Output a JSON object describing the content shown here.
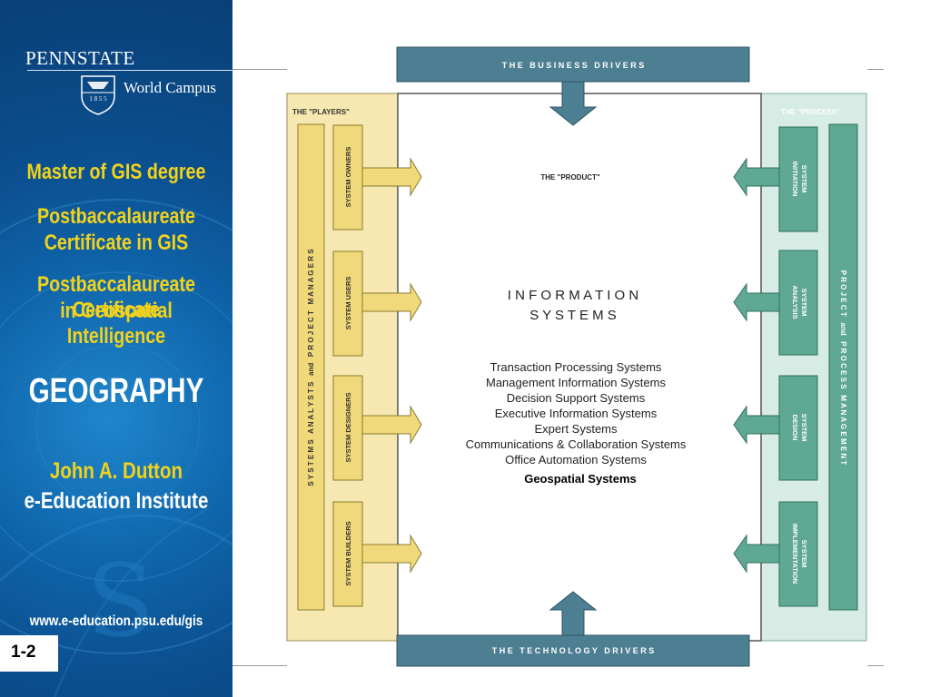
{
  "sidebar": {
    "brand": "PENNSTATE",
    "shield_year": "1 8 5 5",
    "campus": "World Campus",
    "program1": "Master of GIS degree",
    "program2_line1": "Postbaccalaureate",
    "program2_line2": "Certificate in GIS",
    "program3_line1": "Postbaccalaureate Certificate",
    "program3_line2": "in Geospatial Intelligence",
    "department": "GEOGRAPHY",
    "institute_name": "John A. Dutton",
    "institute_line2": "e-Education Institute",
    "url": "www.e-education.psu.edu/gis",
    "page_number": "1-2"
  },
  "diagram": {
    "business_drivers": "T H E   B U S I N E S S   D R I V E R S",
    "technology_drivers": "T H E   T E C H N O L O G Y   D R I V E R S",
    "players_title": "THE \"PLAYERS\"",
    "players_vertical": "S Y S T E M S   A N A L Y S T S   and   P R O J E C T   M A N A G E R S",
    "players": [
      "SYSTEM OWNERS",
      "SYSTEM USERS",
      "SYSTEM DESIGNERS",
      "SYSTEM BUILDERS"
    ],
    "process_title": "THE \"PROCESS\"",
    "process_vertical": "P R O J E C T   and   P R O C E S S   M A N A G E M E N T",
    "process": [
      {
        "line1": "SYSTEM",
        "line2": "INITIATION"
      },
      {
        "line1": "SYSTEM",
        "line2": "ANALYSIS"
      },
      {
        "line1": "SYSTEM",
        "line2": "DESIGN"
      },
      {
        "line1": "SYSTEM",
        "line2": "IMPLEMENTATION"
      }
    ],
    "product_title": "THE \"PRODUCT\"",
    "is_line1": "I N F O R M A T I O N",
    "is_line2": "S Y S T E M S",
    "systems": [
      "Transaction Processing Systems",
      "Management Information Systems",
      "Decision Support Systems",
      "Executive Information Systems",
      "Expert Systems",
      "Communications & Collaboration Systems",
      "Office Automation Systems"
    ],
    "highlight": "Geospatial Systems"
  },
  "colors": {
    "sidebar_blue": "#0f63a8",
    "sidebar_yellow": "#f2d21a",
    "driver_blue": "#4d7f93",
    "players_yellow": "#f0d97a",
    "process_green": "#5fa893"
  }
}
